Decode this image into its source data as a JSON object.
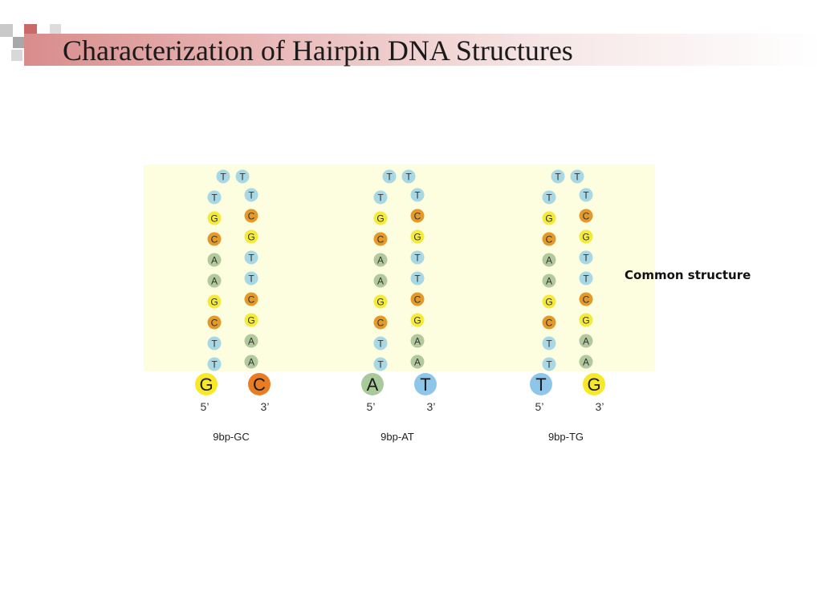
{
  "slide": {
    "title": "Characterization of Hairpin DNA Structures",
    "common_label": "Common structure"
  },
  "colors": {
    "band_fill": "#fdfde0",
    "T": "#a8d8e4",
    "G": "#f4ea3a",
    "C": "#e39a2a",
    "A": "#b2c99d",
    "end_A": "#a8c99a",
    "end_T": "#8ec6ea",
    "end_G": "#f7e928",
    "end_C": "#ea7d22"
  },
  "hairpins": [
    {
      "name": "9bp-GC",
      "loop": [
        "T",
        "T"
      ],
      "left_strand": [
        "T",
        "G",
        "C",
        "A",
        "A",
        "G",
        "C",
        "T",
        "T"
      ],
      "right_strand": [
        "T",
        "C",
        "G",
        "T",
        "T",
        "C",
        "G",
        "A",
        "A"
      ],
      "terminal_pair": [
        "G",
        "C"
      ],
      "end_labels": [
        "5’",
        "3’"
      ]
    },
    {
      "name": "9bp-AT",
      "loop": [
        "T",
        "T"
      ],
      "left_strand": [
        "T",
        "G",
        "C",
        "A",
        "A",
        "G",
        "C",
        "T",
        "T"
      ],
      "right_strand": [
        "T",
        "C",
        "G",
        "T",
        "T",
        "C",
        "G",
        "A",
        "A"
      ],
      "terminal_pair": [
        "A",
        "T"
      ],
      "end_labels": [
        "5’",
        "3’"
      ]
    },
    {
      "name": "9bp-TG",
      "loop": [
        "T",
        "T"
      ],
      "left_strand": [
        "T",
        "G",
        "C",
        "A",
        "A",
        "G",
        "C",
        "T",
        "T"
      ],
      "right_strand": [
        "T",
        "C",
        "G",
        "T",
        "T",
        "C",
        "G",
        "A",
        "A"
      ],
      "terminal_pair": [
        "T",
        "G"
      ],
      "end_labels": [
        "5’",
        "3’"
      ]
    }
  ]
}
